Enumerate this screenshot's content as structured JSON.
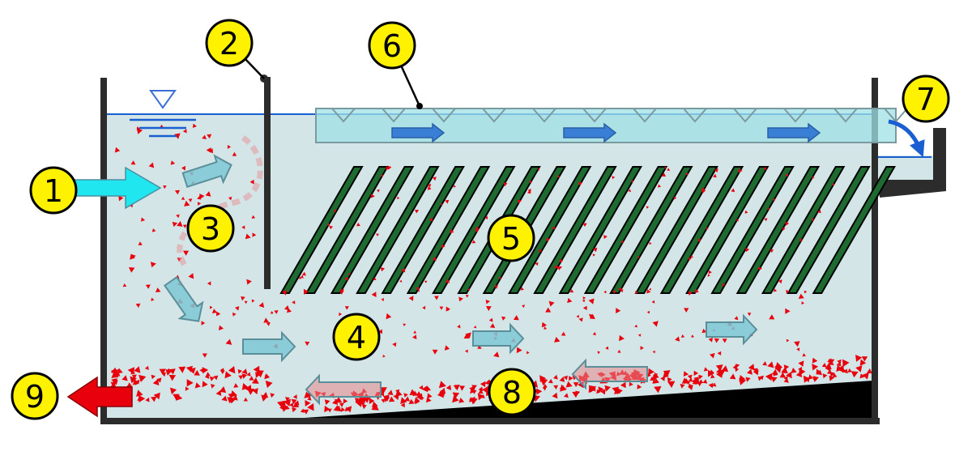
{
  "colors": {
    "water": "#d3e5e7",
    "water_line": "#1a5fd1",
    "tank_wall": "#2c2c2c",
    "sludge_floor": "#000000",
    "plates": "#1e6b32",
    "plate_edge": "#000000",
    "particle": "#e8000d",
    "callout_fill": "#fff200",
    "inlet_arrow": "#20e6f0",
    "outlet_arrow": "#e8000d",
    "flow_arrow": "#7ec8d6",
    "effluent_arrow": "#3a7fd6",
    "return_arrow": "#e8868a",
    "launder": "#9fe0e6",
    "overflow_arrow": "#1a5fd1"
  },
  "icons": [
    "water-level-icon"
  ],
  "callouts": [
    {
      "label": "1"
    },
    {
      "label": "2"
    },
    {
      "label": "3"
    },
    {
      "label": "4"
    },
    {
      "label": "5"
    },
    {
      "label": "6"
    },
    {
      "label": "7"
    },
    {
      "label": "8"
    },
    {
      "label": "9"
    }
  ]
}
